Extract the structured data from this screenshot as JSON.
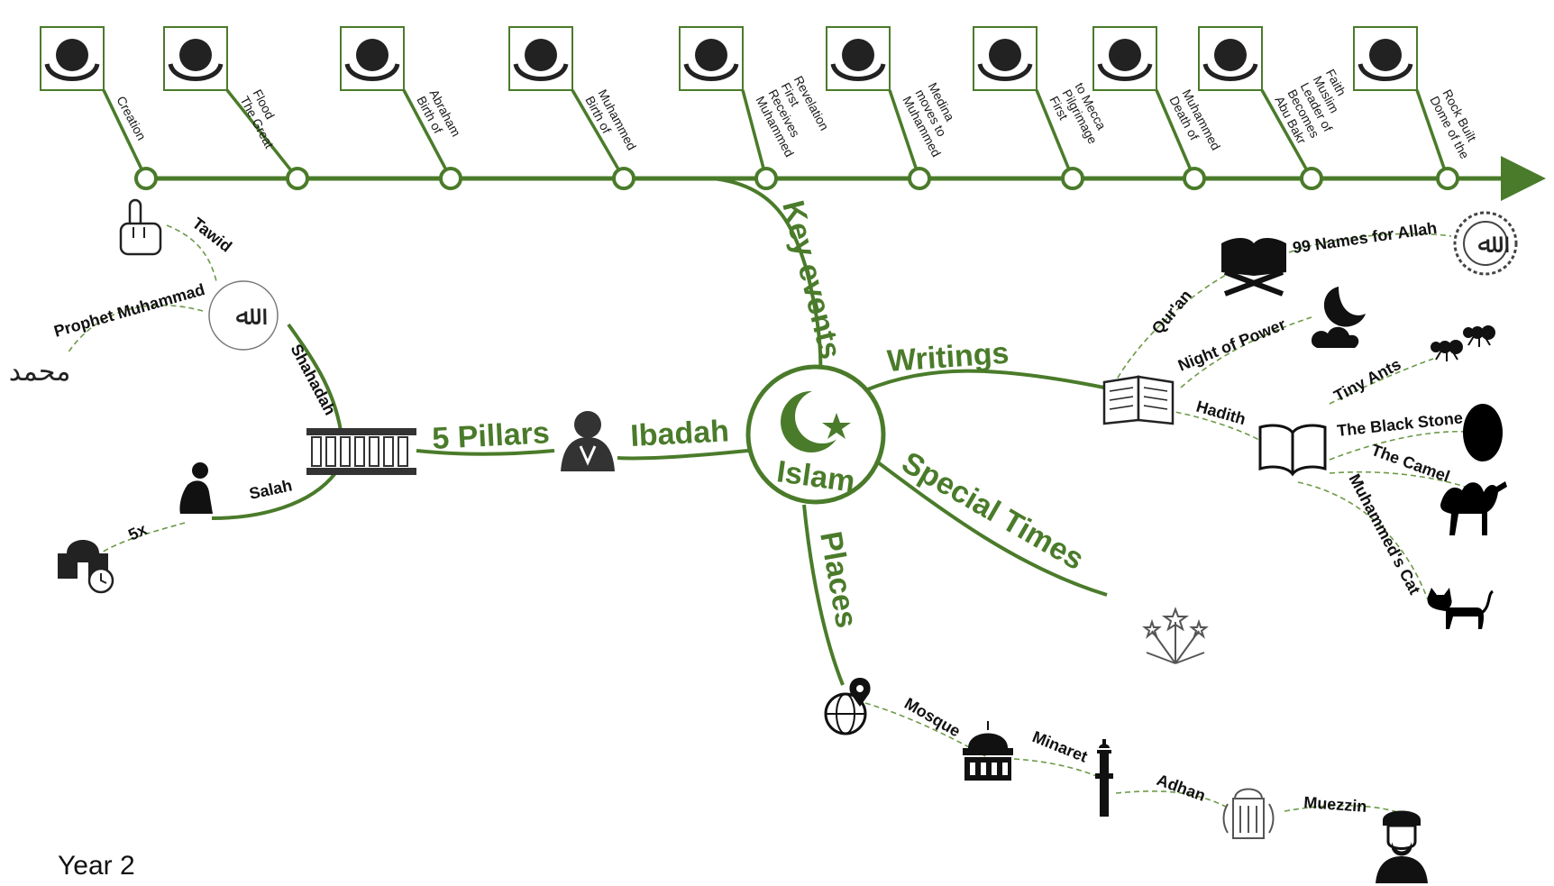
{
  "colors": {
    "green": "#4a7b2a",
    "dark": "#1a1a1a",
    "dash": "#6b9a47"
  },
  "timeline": {
    "events": [
      {
        "label": "Creation",
        "icon": "globe-hands-icon"
      },
      {
        "label": "The Great Flood",
        "icon": "ark-icon"
      },
      {
        "label": "Birth of Abraham",
        "icon": "abraham-icon"
      },
      {
        "label": "Birth of Muhammed",
        "icon": "muhammad-calligraphy-icon"
      },
      {
        "label": "Muhammed Receives First Revelation",
        "icon": "angel-icon"
      },
      {
        "label": "Muhammed moves to Medina",
        "icon": "mosque-city-icon"
      },
      {
        "label": "First Pilgrimage to Mecca",
        "icon": "kaaba-icon"
      },
      {
        "label": "Death of Muhammed",
        "icon": "tomb-icon"
      },
      {
        "label": "Abu Bakr Becomes Leader of Muslim Faith",
        "icon": "ali-calligraphy-icon"
      },
      {
        "label": "Dome of the Rock Built",
        "icon": "dome-rock-icon"
      }
    ]
  },
  "center": {
    "label": "Islam",
    "icon": "crescent-star-icon"
  },
  "branches": {
    "key_events": "Key events",
    "writings": "Writings",
    "special_times": "Special Times",
    "places": "Places",
    "ibadah": "Ibadah",
    "five_pillars": "5 Pillars"
  },
  "pillars": {
    "shahadah": "Shahadah",
    "prophet": "Prophet Muhammad",
    "tawid": "Tawid",
    "salah": "Salah",
    "five_x": "5x"
  },
  "writings": {
    "quran": "Qur'an",
    "names": "99 Names for Allah",
    "night": "Night of Power",
    "hadith": "Hadith",
    "ants": "Tiny Ants",
    "stone": "The Black Stone",
    "camel": "The Camel",
    "cat": "Muhammed's Cat"
  },
  "places": {
    "mosque": "Mosque",
    "minaret": "Minaret",
    "adhan": "Adhan",
    "muezzin": "Muezzin"
  },
  "footer": {
    "year": "Year 2"
  }
}
